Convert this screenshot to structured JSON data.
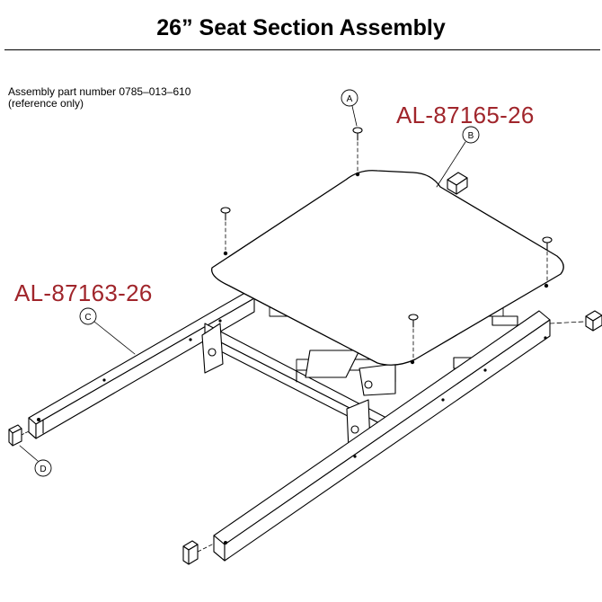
{
  "title": "26” Seat Section Assembly",
  "assembly_note": {
    "line1": "Assembly part number 0785–013–610",
    "line2": "(reference only)"
  },
  "part_numbers": {
    "seat_plate": "AL-87165-26",
    "frame": "AL-87163-26"
  },
  "callouts": {
    "a": "A",
    "b": "B",
    "c": "C",
    "d": "D"
  },
  "colors": {
    "part_number": "#a0252b",
    "line": "#000000"
  }
}
